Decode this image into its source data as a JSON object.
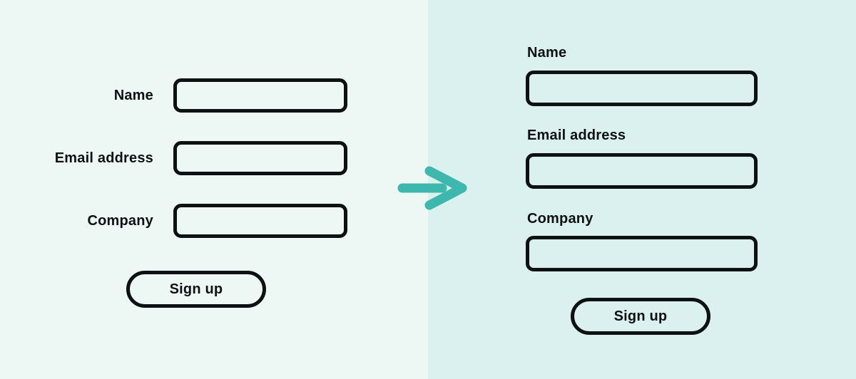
{
  "comparison": {
    "before": {
      "fields": [
        {
          "label": "Name"
        },
        {
          "label": "Email address"
        },
        {
          "label": "Company"
        }
      ],
      "submit_label": "Sign up"
    },
    "after": {
      "fields": [
        {
          "label": "Name"
        },
        {
          "label": "Email address"
        },
        {
          "label": "Company"
        }
      ],
      "submit_label": "Sign up"
    }
  },
  "arrow": {
    "icon": "arrow-right-icon",
    "color": "#3eb7ad"
  },
  "colors": {
    "before_background": "#edf8f5",
    "after_background": "#daf1ef",
    "outline": "#0d1112",
    "text": "#0d1112"
  }
}
